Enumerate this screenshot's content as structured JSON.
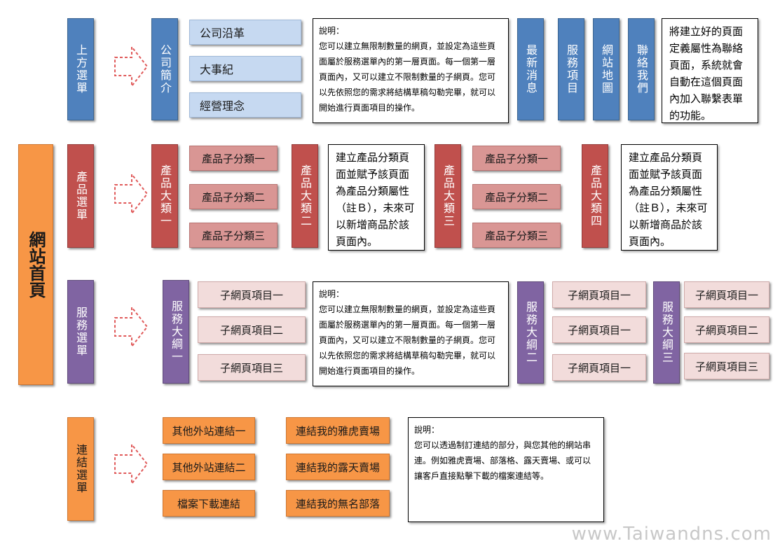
{
  "home": {
    "label": "網站首頁",
    "color": "#f79646"
  },
  "rows": {
    "top": {
      "menu": "上方選單",
      "company": {
        "label": "公司簡介",
        "children": [
          "公司沿革",
          "大事紀",
          "經營理念"
        ]
      },
      "note": "說明：\n您可以建立無限制數量的網頁，並設定為這些頁面屬於服務選單內的第一層頁面。每一個第一層頁面內，又可以建立不限制數量的子網頁。您可以先依照您的需求將結構草稿勾勒完畢，就可以開始進行頁面項目的操作。",
      "pages": [
        "最新消息",
        "服務項目",
        "網站地圖",
        "聯絡我們"
      ],
      "contact_note": "將建立好的頁面定義屬性為聯絡頁面，系統就會自動在這個頁面內加入聯繫表單的功能。"
    },
    "product": {
      "menu": "產品選單",
      "cat1": {
        "label": "產品大類一",
        "children": [
          "產品子分類一",
          "產品子分類二",
          "產品子分類三"
        ]
      },
      "cat2": {
        "label": "產品大類二"
      },
      "note1": "建立產品分類頁面並賦予該頁面為產品分類屬性（註Ｂ），未來可以新增商品於該頁面內。",
      "cat3": {
        "label": "產品大類三",
        "children": [
          "產品子分類一",
          "產品子分類二",
          "產品子分類三"
        ]
      },
      "cat4": {
        "label": "產品大類四"
      },
      "note2": "建立產品分類頁面並賦予該頁面為產品分類屬性（註Ｂ），未來可以新增商品於該頁面內。"
    },
    "service": {
      "menu": "服務選單",
      "outline1": {
        "label": "服務大綱一",
        "children": [
          "子網頁項目一",
          "子網頁項目二",
          "子網頁項目三"
        ]
      },
      "note": "說明：\n您可以建立無限制數量的網頁，並設定為這些頁面屬於服務選單內的第一層頁面。每一個第一層頁面內，又可以建立不限制數量的子網頁。您可以先依照您的需求將結構草稿勾勒完畢，就可以開始進行頁面項目的操作。",
      "outline2": {
        "label": "服務大綱二",
        "children": [
          "子網頁項目一",
          "子網頁項目一",
          "子網頁項目一"
        ]
      },
      "outline3": {
        "label": "服務大綱三",
        "children": [
          "子網頁項目一",
          "子網頁項目二",
          "子網頁項目三"
        ]
      }
    },
    "link": {
      "menu": "連結選單",
      "external": [
        "其他外站連結一",
        "其他外站連結二",
        "檔案下載連結"
      ],
      "mine": [
        "連結我的雅虎賣場",
        "連結我的露天賣場",
        "連結我的無名部落"
      ],
      "note": "說明：\n您可以透過制訂連結的部分，與您其他的網站串連。例如雅虎賣場、部落格、露天賣場、或可以讓客戶直接點擊下載的檔案連結等。"
    }
  },
  "watermark": "www.Taiwandns.com",
  "colors": {
    "blue": "#4f81bd",
    "red": "#c0504d",
    "purple": "#8064a2",
    "orange": "#f79646"
  }
}
